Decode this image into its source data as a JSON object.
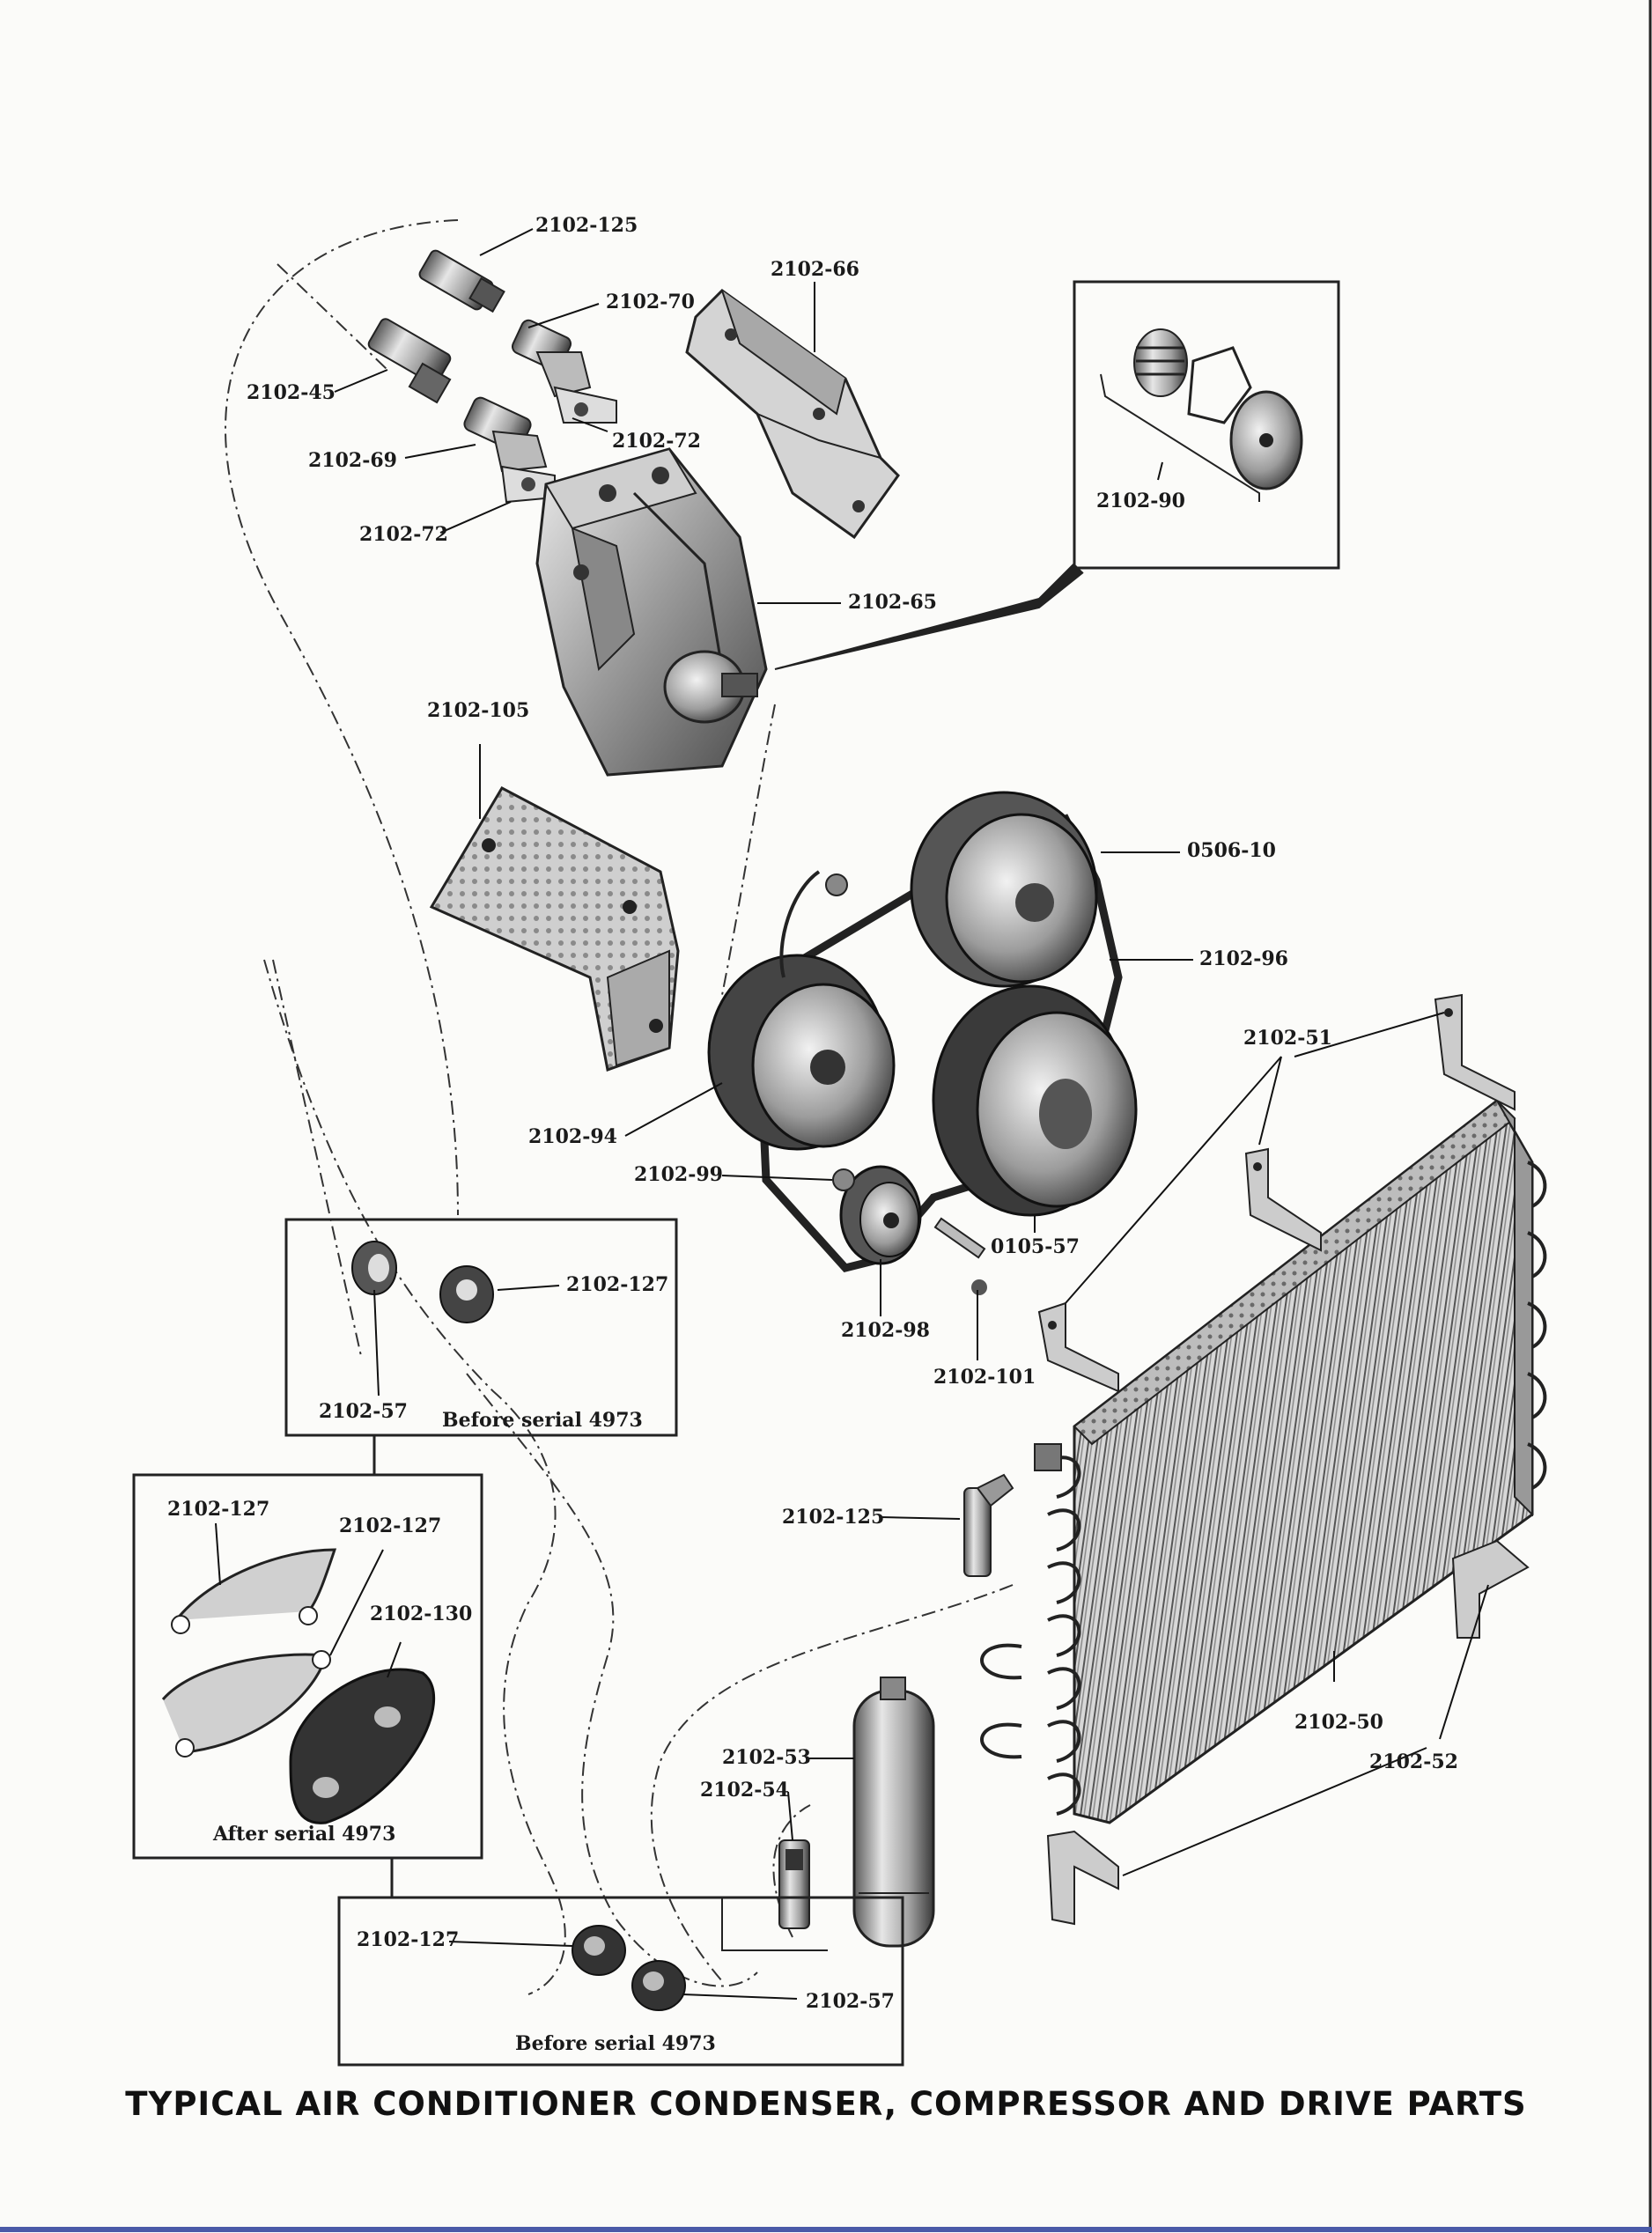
{
  "caption": "TYPICAL AIR CONDITIONER CONDENSER, COMPRESSOR AND DRIVE PARTS",
  "notes": {
    "before_serial_a": "Before serial 4973",
    "after_serial": "After serial 4973",
    "before_serial_b": "Before serial 4973"
  },
  "labels": {
    "p2102_125_top": "2102-125",
    "p2102_66": "2102-66",
    "p2102_70": "2102-70",
    "p2102_45": "2102-45",
    "p2102_72_a": "2102-72",
    "p2102_69": "2102-69",
    "p2102_72_b": "2102-72",
    "p2102_90": "2102-90",
    "p2102_65": "2102-65",
    "p2102_105": "2102-105",
    "p0506_10": "0506-10",
    "p2102_96": "2102-96",
    "p2102_51": "2102-51",
    "p2102_94": "2102-94",
    "p2102_99": "2102-99",
    "p0105_57": "0105-57",
    "p2102_127_a": "2102-127",
    "p2102_57_a": "2102-57",
    "p2102_98": "2102-98",
    "p2102_101": "2102-101",
    "p2102_127_b": "2102-127",
    "p2102_127_c": "2102-127",
    "p2102_130": "2102-130",
    "p2102_125_mid": "2102-125",
    "p2102_50": "2102-50",
    "p2102_52": "2102-52",
    "p2102_53": "2102-53",
    "p2102_54": "2102-54",
    "p2102_127_d": "2102-127",
    "p2102_57_b": "2102-57"
  }
}
